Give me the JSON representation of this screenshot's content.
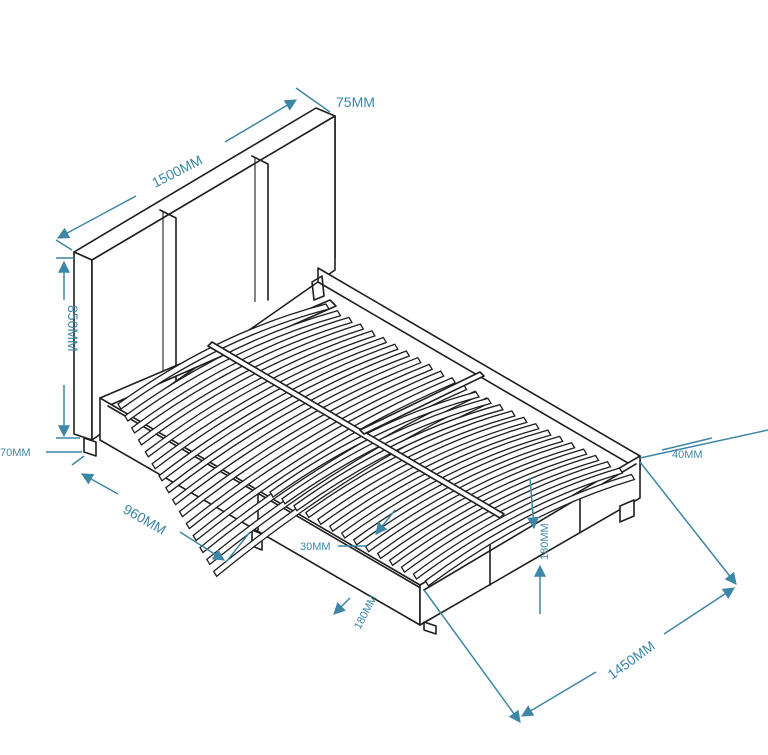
{
  "dimensions": {
    "headboard_depth": "75MM",
    "headboard_width": "1500MM",
    "headboard_height": "850MM",
    "leg_height": "70MM",
    "length_segment": "960MM",
    "slat_gap": "30MM",
    "rail_height_front": "180MM",
    "rail_height_right": "180MM",
    "rail_thickness": "40MM",
    "frame_width": "1450MM"
  },
  "colors": {
    "outline": "#1f1f1f",
    "dimension": "#3d86a6",
    "background": "#ffffff"
  }
}
